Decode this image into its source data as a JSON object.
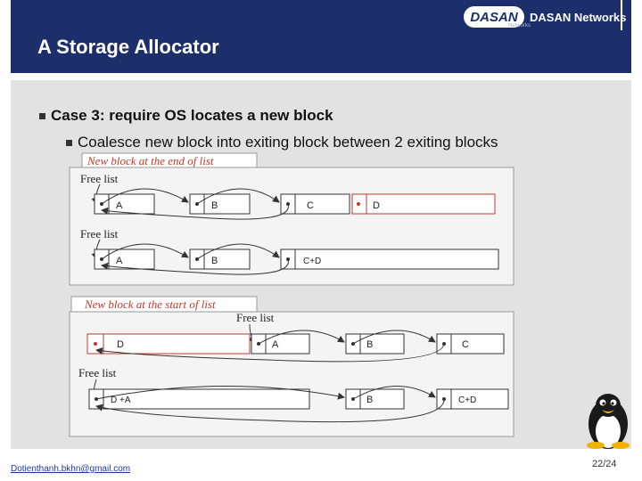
{
  "header": {
    "title": "A Storage Allocator",
    "logo_badge": "DASAN",
    "logo_name": "DASAN Networks",
    "logo_sub": "Networks"
  },
  "bullets": {
    "level1": "Case 3: require OS locates a new block",
    "level2": "Coalesce new block into exiting block between 2 exiting blocks"
  },
  "figure_top": {
    "caption": "New block at the end of list",
    "row1_label": "Free list",
    "row1_blocks": [
      "A",
      "B",
      "C",
      "D"
    ],
    "row2_label": "Free list",
    "row2_blocks": [
      "A",
      "B",
      "C+D"
    ]
  },
  "figure_bottom": {
    "caption": "New block at the start of list",
    "row1_label": "Free list",
    "row1_blocks": [
      "D",
      "A",
      "B",
      "C"
    ],
    "row2_label": "Free list",
    "row2_blocks": [
      "D +A",
      "B",
      "C+D"
    ]
  },
  "footer": {
    "email": "Dotienthanh.bkhn@gmail.com",
    "page": "22/24"
  },
  "colors": {
    "header_bg": "#1c2f6b",
    "content_bg": "#e2e2e2",
    "caption_red": "#c0392b",
    "new_block_border": "#c0392b"
  },
  "icons": {
    "mascot": "linux-penguin-icon"
  }
}
